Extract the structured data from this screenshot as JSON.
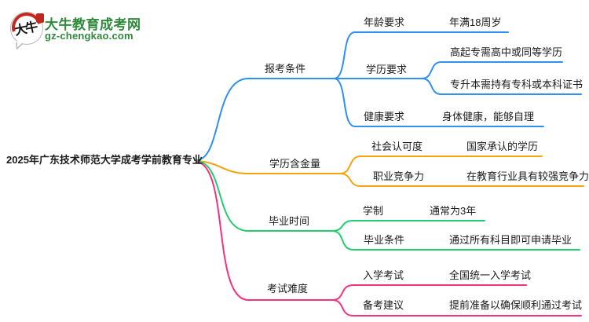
{
  "logo": {
    "icon_text": "大牛",
    "site_name": "大牛教育成考网",
    "site_url": "gz-chengkao.com",
    "brand_green": "#2f8a3c",
    "seal_red": "#c0281e"
  },
  "mindmap": {
    "root": "2025年广东技术师范大学成考学前教育专业",
    "branches": [
      {
        "label": "报考条件",
        "color": "#2e90f2",
        "children": [
          {
            "label": "年龄要求",
            "values": [
              "年满18周岁"
            ]
          },
          {
            "label": "学历要求",
            "values": [
              "高起专需高中或同等学历",
              "专升本需持有专科或本科证书"
            ]
          },
          {
            "label": "健康要求",
            "values": [
              "身体健康，能够自理"
            ]
          }
        ]
      },
      {
        "label": "学历含金量",
        "color": "#f5a40e",
        "children": [
          {
            "label": "社会认可度",
            "values": [
              "国家承认的学历"
            ]
          },
          {
            "label": "职业竞争力",
            "values": [
              "在教育行业具有较强竞争力"
            ]
          }
        ]
      },
      {
        "label": "毕业时间",
        "color": "#21cd6d",
        "children": [
          {
            "label": "学制",
            "values": [
              "通常为3年"
            ]
          },
          {
            "label": "毕业条件",
            "values": [
              "通过所有科目即可申请毕业"
            ]
          }
        ]
      },
      {
        "label": "考试难度",
        "color": "#f4327e",
        "children": [
          {
            "label": "入学考试",
            "values": [
              "全国统一入学考试"
            ]
          },
          {
            "label": "备考建议",
            "values": [
              "提前准备以确保顺利通过考试"
            ]
          }
        ]
      }
    ]
  }
}
